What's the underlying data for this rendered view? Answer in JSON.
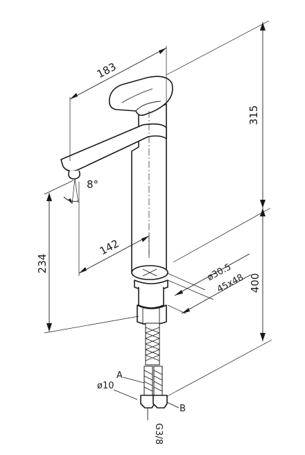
{
  "dimensions": {
    "spout_reach": "183",
    "body_height": "315",
    "total_height": "400",
    "spout_height": "234",
    "body_to_spout": "142",
    "spout_angle": "8°",
    "base_diameter": "ø30.5",
    "mount_size": "45x48"
  },
  "hose": {
    "label_a": "A",
    "label_b": "B",
    "hose_diameter": "ø10",
    "thread": "G3/8"
  }
}
